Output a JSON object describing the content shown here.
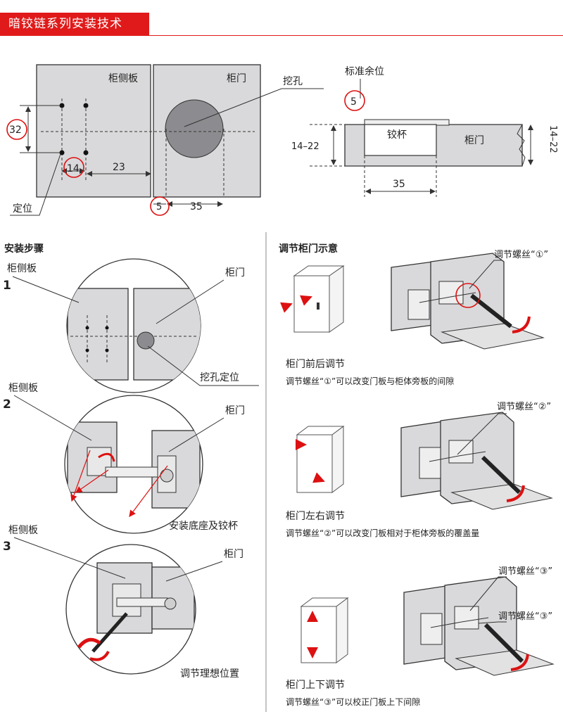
{
  "banner": {
    "title": "暗铰链系列安装技术"
  },
  "top_diagram": {
    "cabinet_side_label": "柜侧板",
    "door_label": "柜门",
    "hole_label": "挖孔",
    "dim_32": "32",
    "dim_14": "14",
    "dim_23": "23",
    "dim_5": "5",
    "dim_35": "35",
    "position_label": "定位"
  },
  "section_diagram": {
    "margin_label": "标准余位",
    "dim_5": "5",
    "cup_label": "铰杯",
    "door_label": "柜门",
    "dim_left": "14–22",
    "dim_right": "14–22",
    "dim_35": "35"
  },
  "install": {
    "heading": "安装步骤",
    "step1": {
      "number": "1",
      "cabinet_side": "柜侧板",
      "door": "柜门",
      "caption": "挖孔定位"
    },
    "step2": {
      "number": "2",
      "cabinet_side": "柜侧板",
      "door": "柜门",
      "caption": "安装底座及铰杯"
    },
    "step3": {
      "number": "3",
      "cabinet_side": "柜侧板",
      "door": "柜门",
      "caption": "调节理想位置"
    }
  },
  "adjust": {
    "heading": "调节柜门示意",
    "block1": {
      "screw_label": "调节螺丝“①”",
      "title": "柜门前后调节",
      "desc": "调节螺丝“①”可以改变门板与柜体旁板的间隙"
    },
    "block2": {
      "screw_label": "调节螺丝“②”",
      "title": "柜门左右调节",
      "desc": "调节螺丝“②”可以改变门板相对于柜体旁板的覆盖量"
    },
    "block3": {
      "screw_label_a": "调节螺丝“③”",
      "screw_label_b": "调节螺丝“③”",
      "title": "柜门上下调节",
      "desc": "调节螺丝“③”可以校正门板上下间隙"
    }
  },
  "colors": {
    "accent": "#e01a1a",
    "panel": "#d9d9db",
    "hole": "#8c8c90",
    "line": "#333333"
  }
}
